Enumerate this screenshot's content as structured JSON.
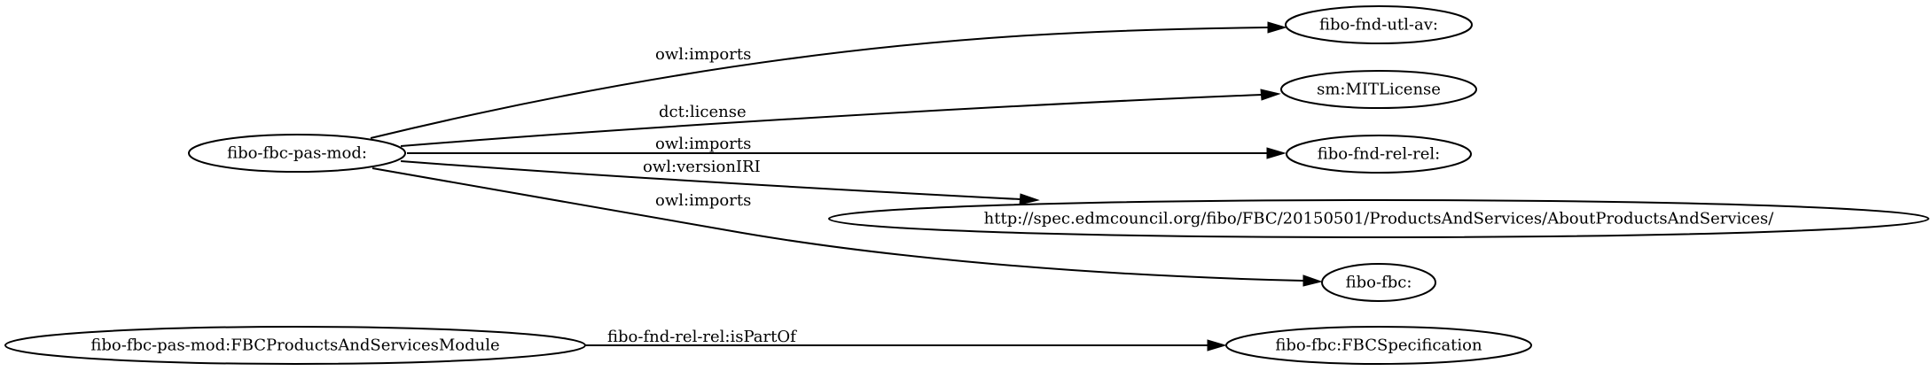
{
  "nodes": {
    "pas_mod": "fibo-fbc-pas-mod:",
    "utl_av": "fibo-fnd-utl-av:",
    "mit_license": "sm:MITLicense",
    "rel_rel": "fibo-fnd-rel-rel:",
    "version_iri": "http://spec.edmcouncil.org/fibo/FBC/20150501/ProductsAndServices/AboutProductsAndServices/",
    "fbc": "fibo-fbc:",
    "module": "fibo-fbc-pas-mod:FBCProductsAndServicesModule",
    "fbc_spec": "fibo-fbc:FBCSpecification"
  },
  "edges": {
    "imports_utl_av": "owl:imports",
    "license": "dct:license",
    "imports_rel_rel": "owl:imports",
    "version_iri": "owl:versionIRI",
    "imports_fbc": "owl:imports",
    "is_part_of": "fibo-fnd-rel-rel:isPartOf"
  }
}
